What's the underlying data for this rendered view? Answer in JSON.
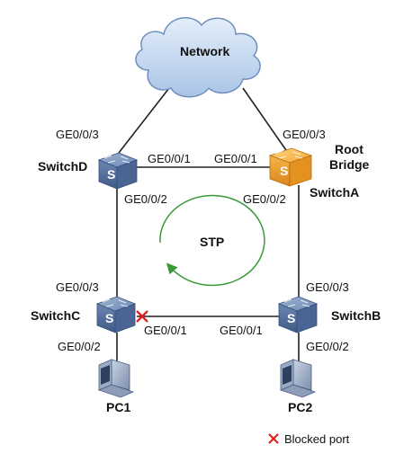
{
  "cloud": {
    "label": "Network"
  },
  "protocol": {
    "label": "STP"
  },
  "switches": {
    "a": {
      "name": "SwitchA",
      "role_line1": "Root",
      "role_line2": "Bridge",
      "glyph": "S"
    },
    "b": {
      "name": "SwitchB",
      "glyph": "S"
    },
    "c": {
      "name": "SwitchC",
      "glyph": "S"
    },
    "d": {
      "name": "SwitchD",
      "glyph": "S"
    }
  },
  "ports": {
    "d_up": "GE0/0/3",
    "d_right": "GE0/0/1",
    "d_down": "GE0/0/2",
    "a_up": "GE0/0/3",
    "a_left": "GE0/0/1",
    "a_down": "GE0/0/2",
    "c_up": "GE0/0/3",
    "c_right": "GE0/0/1",
    "c_down": "GE0/0/2",
    "b_up": "GE0/0/3",
    "b_left": "GE0/0/1",
    "b_down": "GE0/0/2"
  },
  "pcs": {
    "pc1": "PC1",
    "pc2": "PC2"
  },
  "legend": {
    "blocked_label": "Blocked port"
  },
  "colors": {
    "switch_blue": "#5b78a6",
    "root_orange": "#f0a030",
    "cloud_blue": "#c7daf0",
    "stp_arrow": "#3a9a3a",
    "blocked_red": "#e02020"
  }
}
